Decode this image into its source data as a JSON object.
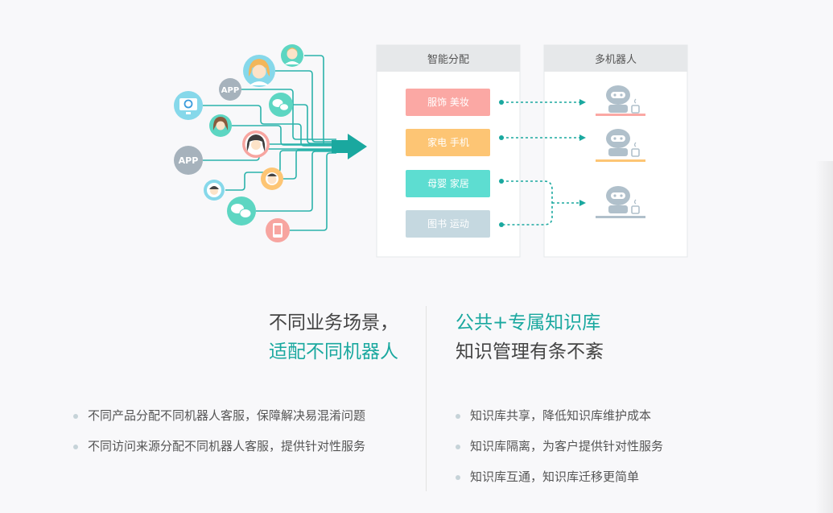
{
  "diagram": {
    "app_label": "APP",
    "panels": {
      "left_title": "智能分配",
      "right_title": "多机器人"
    },
    "categories": [
      {
        "label": "服饰 美妆",
        "color": "#fba8a4"
      },
      {
        "label": "家电 手机",
        "color": "#fdc574"
      },
      {
        "label": "母婴 家居",
        "color": "#5dddd1"
      },
      {
        "label": "图书 运动",
        "color": "#c5d8e0"
      }
    ],
    "colors": {
      "teal": "#1aa89f",
      "line": "#2bb3ab",
      "panel_header": "#e6e8ea",
      "robot": "#b0c0cb"
    }
  },
  "left_section": {
    "heading_line1": "不同业务场景，",
    "heading_line2": "适配不同机器人",
    "bullets": [
      "不同产品分配不同机器人客服，保障解决易混淆问题",
      "不同访问来源分配不同机器人客服，提供针对性服务"
    ]
  },
  "right_section": {
    "heading_line1": "公共+专属知识库",
    "heading_line2": "知识管理有条不紊",
    "bullets": [
      "知识库共享，降低知识库维护成本",
      "知识库隔离，为客户提供针对性服务",
      "知识库互通，知识库迁移更简单"
    ]
  }
}
